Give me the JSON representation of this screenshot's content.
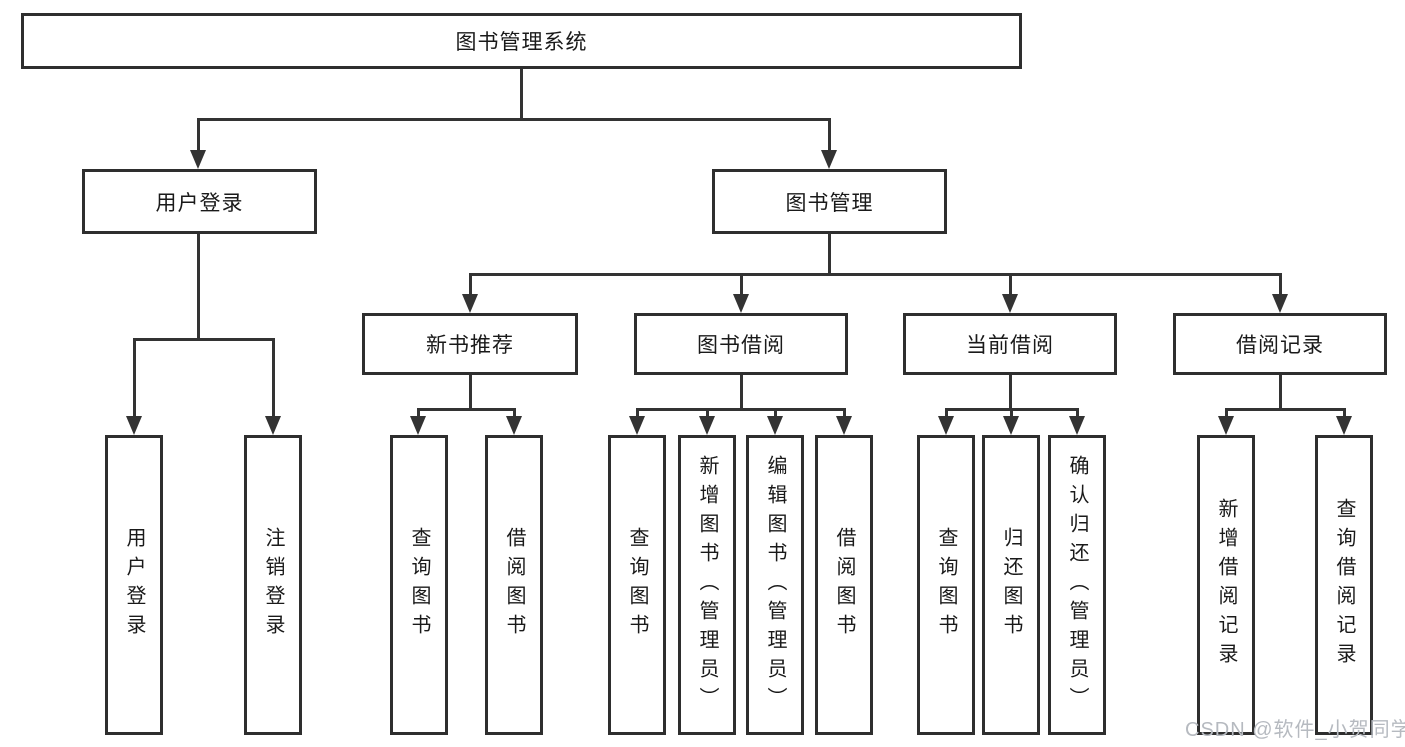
{
  "diagram": {
    "watermark": "CSDN @软件_小贺同学",
    "colors": {
      "line": "#333333",
      "border": "#2e2e2e",
      "text": "#1a1a1a",
      "watermark_text": "#b6bac0",
      "background": "#ffffff"
    },
    "tree": {
      "root": {
        "label": "图书管理系统"
      },
      "branches": [
        {
          "label": "用户登录",
          "children": [
            {
              "label": "用户登录"
            },
            {
              "label": "注销登录"
            }
          ]
        },
        {
          "label": "图书管理",
          "groups": [
            {
              "label": "新书推荐",
              "children": [
                {
                  "label": "查询图书"
                },
                {
                  "label": "借阅图书"
                }
              ]
            },
            {
              "label": "图书借阅",
              "children": [
                {
                  "label": "查询图书"
                },
                {
                  "label": "新增图书（管理员）"
                },
                {
                  "label": "编辑图书（管理员）"
                },
                {
                  "label": "借阅图书"
                }
              ]
            },
            {
              "label": "当前借阅",
              "children": [
                {
                  "label": "查询图书"
                },
                {
                  "label": "归还图书"
                },
                {
                  "label": "确认归还（管理员）"
                }
              ]
            },
            {
              "label": "借阅记录",
              "children": [
                {
                  "label": "新增借阅记录"
                },
                {
                  "label": "查询借阅记录"
                }
              ]
            }
          ]
        }
      ]
    }
  }
}
